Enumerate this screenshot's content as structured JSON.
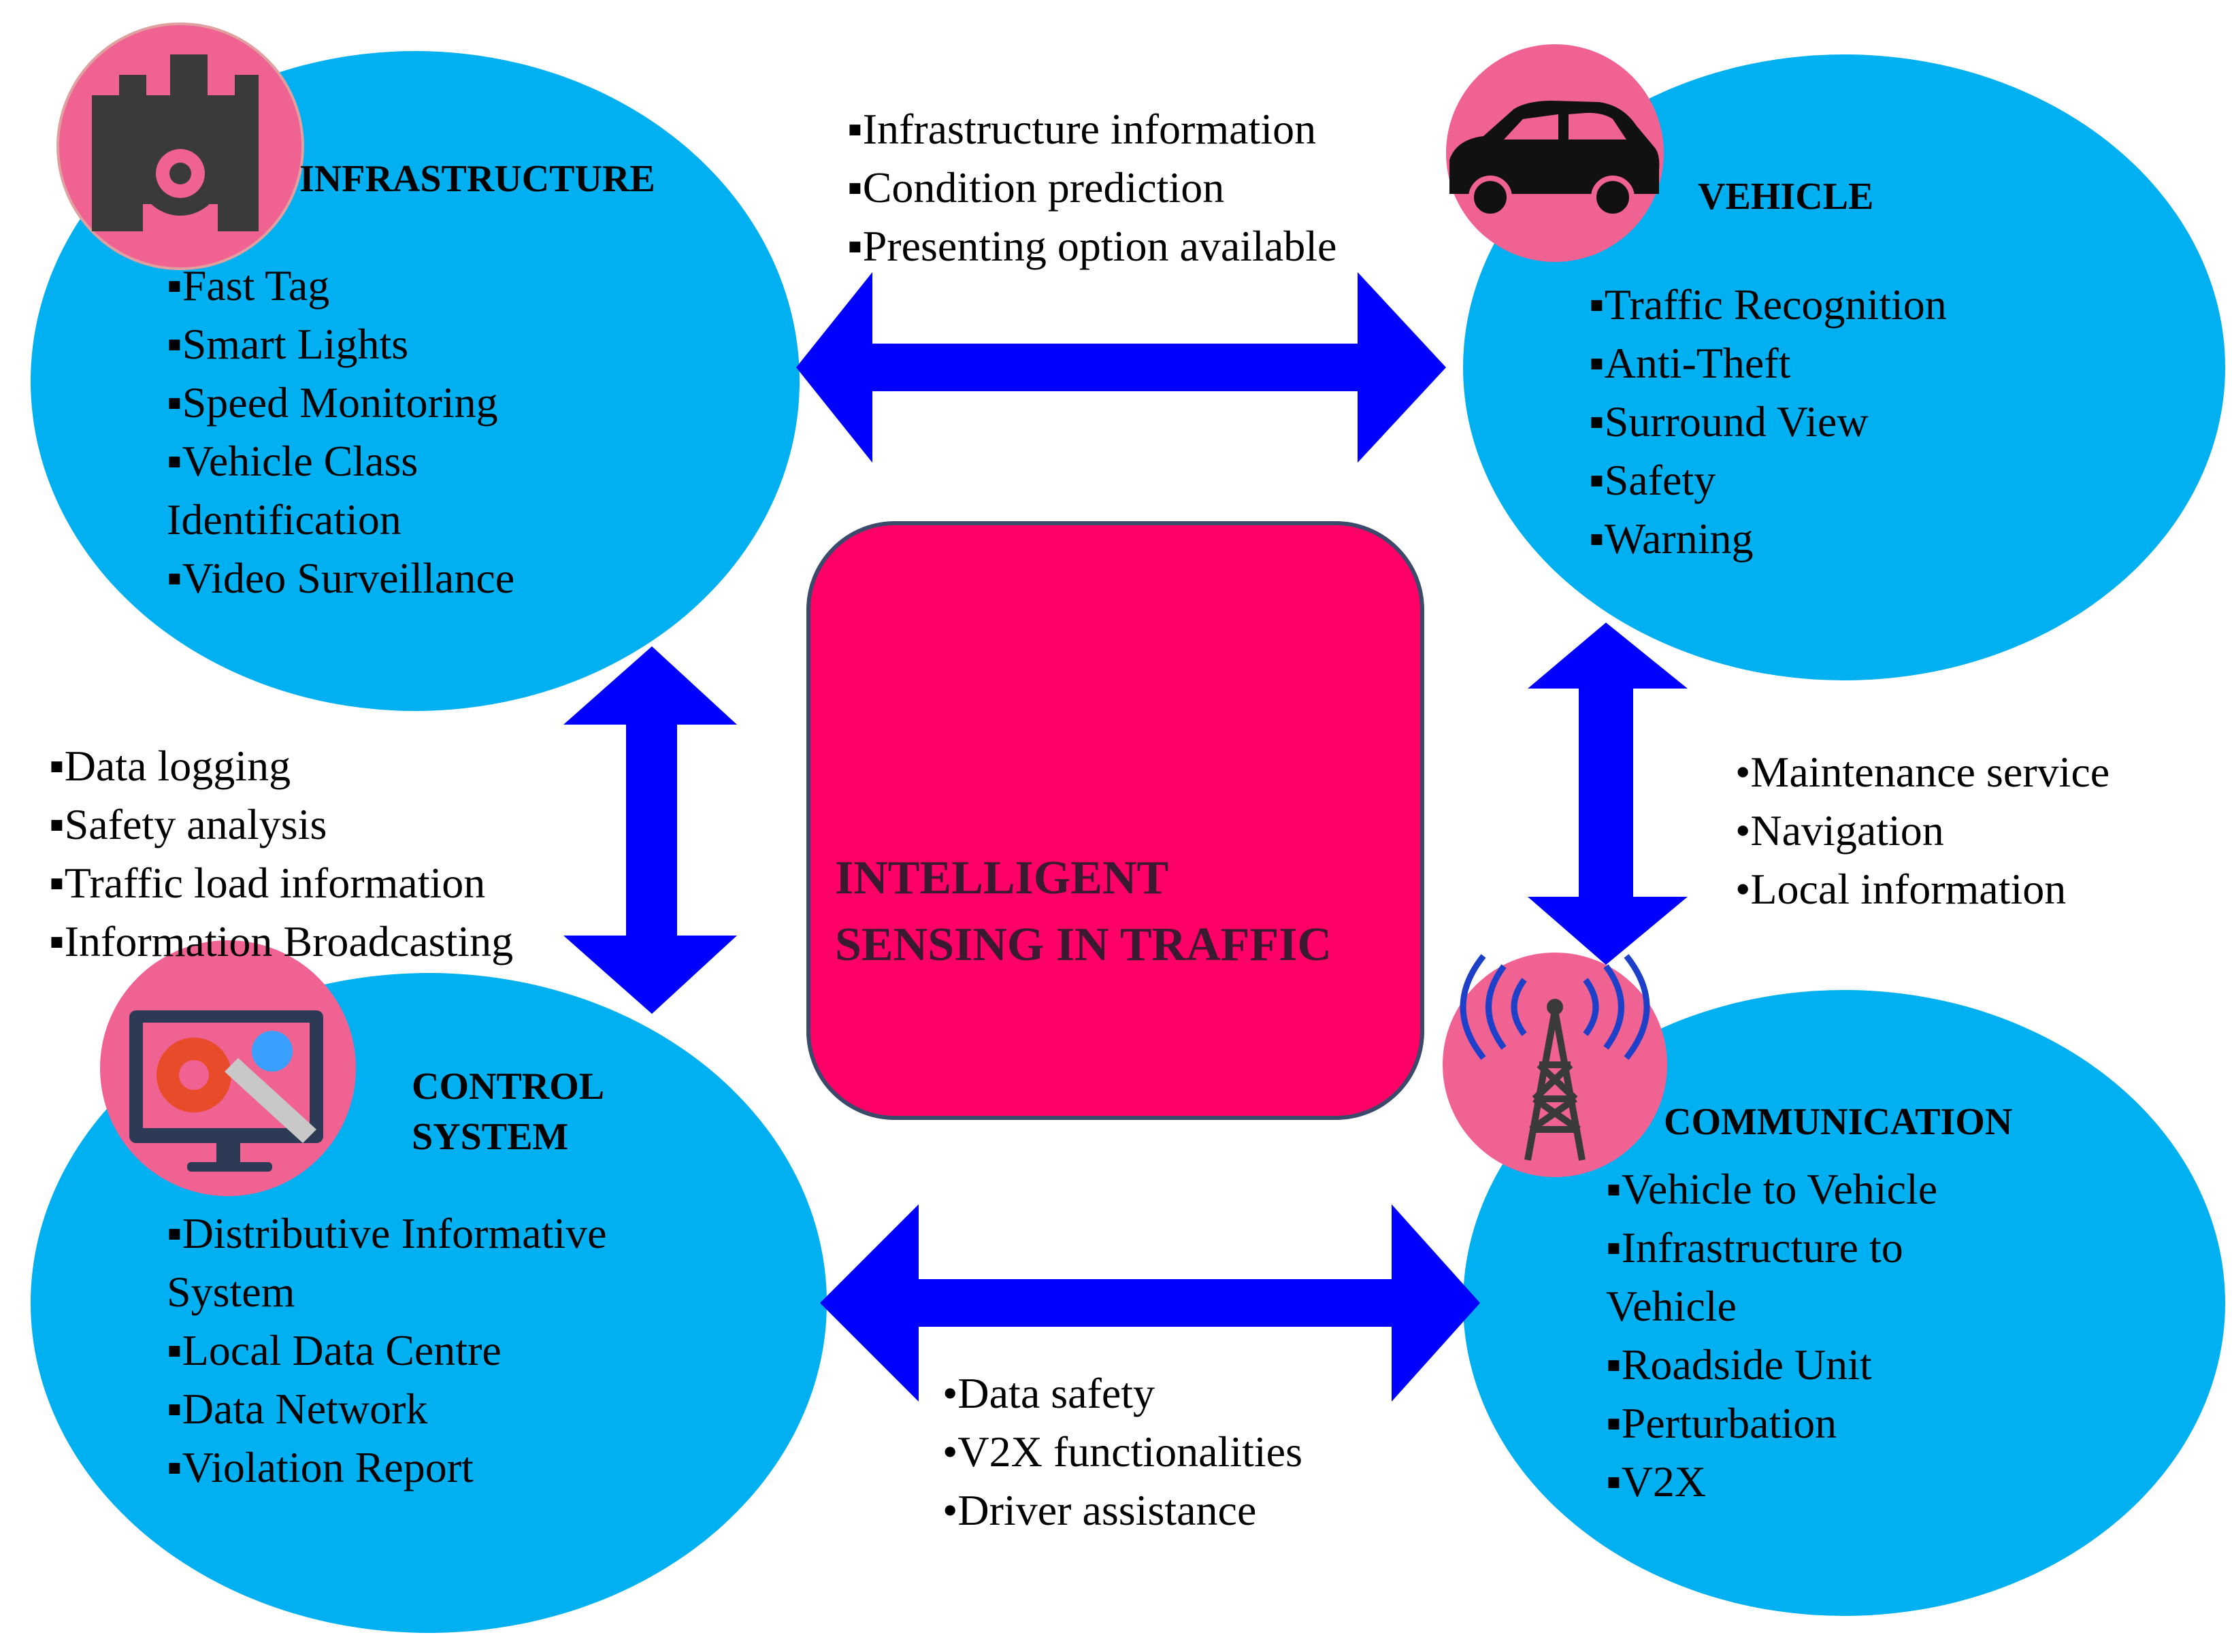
{
  "center": {
    "title": "INTELLIGENT\nSENSING IN TRAFFIC"
  },
  "nodes": {
    "infrastructure": {
      "title": "INFRASTRUCTURE",
      "items": [
        "Fast Tag",
        "Smart Lights",
        "Speed Monitoring",
        "Vehicle Class Identification",
        "Video Surveillance"
      ]
    },
    "vehicle": {
      "title": "VEHICLE",
      "items": [
        "Traffic Recognition",
        "Anti-Theft",
        "Surround View",
        "Safety",
        "Warning"
      ]
    },
    "control_system": {
      "title": "CONTROL\nSYSTEM",
      "items": [
        "Distributive Informative System",
        "Local Data Centre",
        "Data Network",
        "Violation Report"
      ]
    },
    "communication": {
      "title": "COMMUNICATION",
      "items": [
        "Vehicle to Vehicle",
        "Infrastructure to Vehicle",
        "Roadside Unit",
        "Perturbation",
        "V2X"
      ]
    }
  },
  "links": {
    "infrastructure_vehicle": [
      "Infrastructure information",
      "Condition prediction",
      "Presenting option available"
    ],
    "infrastructure_control": [
      "Data logging",
      "Safety analysis",
      "Traffic load information",
      "Information Broadcasting"
    ],
    "vehicle_communication": [
      "Maintenance service",
      "Navigation",
      "Local information"
    ],
    "control_communication": [
      "Data safety",
      "V2X functionalities",
      "Driver assistance"
    ]
  },
  "bullets": {
    "square": "▪",
    "round": "•"
  },
  "colors": {
    "ellipse": "#00b0f0",
    "icon_circle": "#f06292",
    "arrow": "#0000ff",
    "center_box": "#ff0066"
  }
}
